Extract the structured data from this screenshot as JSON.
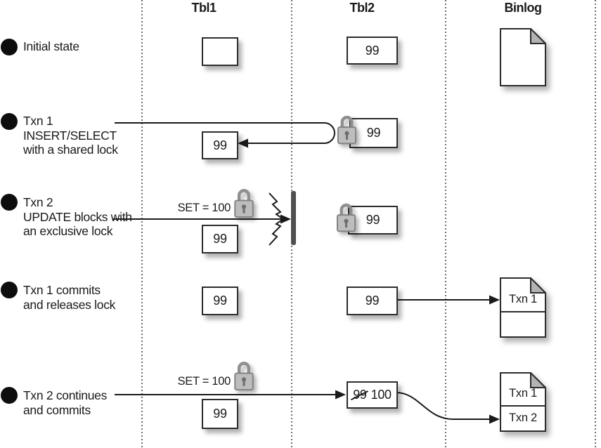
{
  "headers": {
    "tbl1": "Tbl1",
    "tbl2": "Tbl2",
    "binlog": "Binlog"
  },
  "rows": [
    {
      "id": "initial-state",
      "lines": [
        "Initial state"
      ]
    },
    {
      "id": "txn1-select",
      "lines": [
        "Txn 1",
        "INSERT/SELECT",
        "with a shared lock"
      ]
    },
    {
      "id": "txn2-blocked",
      "lines": [
        "Txn 2",
        "UPDATE blocks with",
        "an exclusive lock"
      ]
    },
    {
      "id": "txn1-commits",
      "lines": [
        "Txn 1 commits",
        "and releases lock"
      ]
    },
    {
      "id": "txn2-continues",
      "lines": [
        "Txn 2 continues",
        "and commits"
      ]
    }
  ],
  "annotations": {
    "txn2_set": "SET = 100",
    "txn2_set_retry": "SET = 100"
  },
  "cells": {
    "initial_tbl1": "",
    "initial_tbl2": "99",
    "txn1_tbl1": "99",
    "txn1_tbl2": "99",
    "blocked_tbl1": "99",
    "blocked_tbl2": "99",
    "commit1_tbl1": "99",
    "commit1_tbl2": "99",
    "txn2_tbl1": "99",
    "txn2_tbl2_old": "99",
    "txn2_tbl2_new": "100"
  },
  "binlog": {
    "commit1_entries": [
      "Txn 1"
    ],
    "txn2_entries": [
      "Txn 1",
      "Txn 2"
    ]
  },
  "colors": {
    "line": "#1a1a1a",
    "lock_body": "#bdbdbd",
    "lock_outline": "#828282",
    "blocked_bar": "#4f4f4f",
    "fold_gray": "#b3b3b3",
    "dotted_line": "#6f6f6f"
  }
}
